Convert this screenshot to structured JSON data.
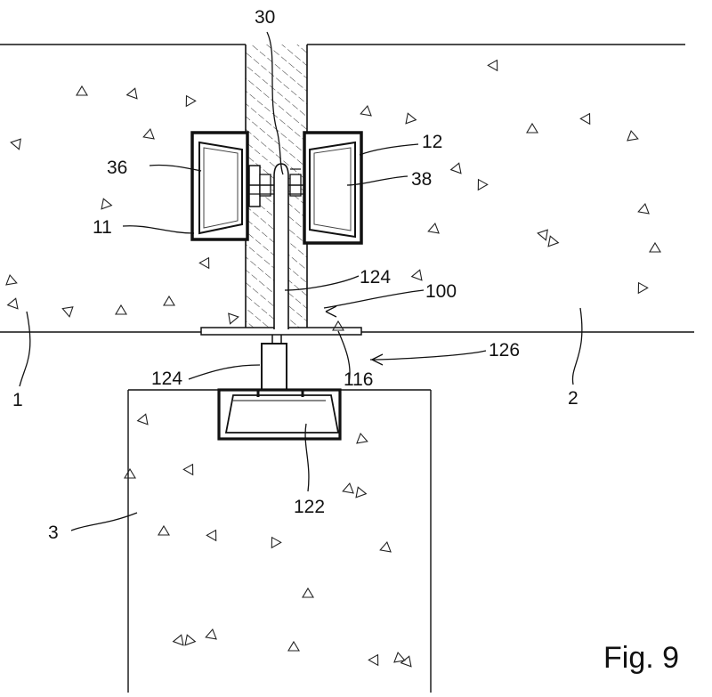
{
  "labels": {
    "n30": "30",
    "n12": "12",
    "n36": "36",
    "n38": "38",
    "n11": "11",
    "n124_upper": "124",
    "n100": "100",
    "n124_lower": "124",
    "n116": "116",
    "n126": "126",
    "n1": "1",
    "n2": "2",
    "n122": "122",
    "n3": "3"
  },
  "figure": {
    "caption": "Fig. 9"
  }
}
